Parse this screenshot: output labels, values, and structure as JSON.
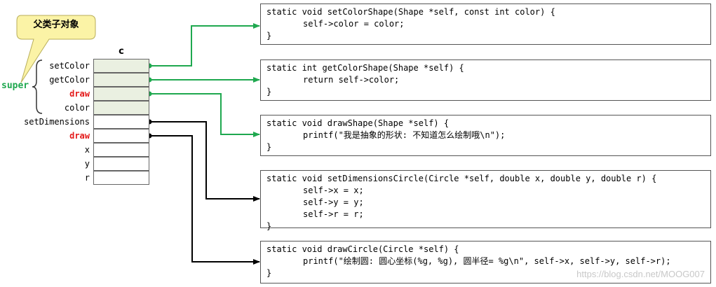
{
  "callout": "父类子对象",
  "super_label": "super",
  "struct_title": "c",
  "fields": [
    {
      "label": "setColor",
      "red": false,
      "inherited": true
    },
    {
      "label": "getColor",
      "red": false,
      "inherited": true
    },
    {
      "label": "draw",
      "red": true,
      "inherited": true
    },
    {
      "label": "color",
      "red": false,
      "inherited": true
    },
    {
      "label": "setDimensions",
      "red": false,
      "inherited": false
    },
    {
      "label": "draw",
      "red": true,
      "inherited": false
    },
    {
      "label": "x",
      "red": false,
      "inherited": false
    },
    {
      "label": "y",
      "red": false,
      "inherited": false
    },
    {
      "label": "r",
      "red": false,
      "inherited": false
    }
  ],
  "code_boxes": [
    {
      "lines": [
        "static void setColorShape(Shape *self, const int color) {",
        "self->color = color;",
        "}"
      ]
    },
    {
      "lines": [
        "static int getColorShape(Shape *self) {",
        "return self->color;",
        "}"
      ]
    },
    {
      "lines": [
        "static void drawShape(Shape *self) {",
        "printf(\"我是抽象的形状: 不知道怎么绘制哦\\n\");",
        "}"
      ]
    },
    {
      "lines": [
        "static void setDimensionsCircle(Circle *self, double x, double y, double r) {",
        "self->x = x;",
        "self->y = y;",
        "self->r = r;",
        "}"
      ]
    },
    {
      "lines": [
        "static void drawCircle(Circle *self) {",
        "printf(\"绘制圆: 圆心坐标(%g, %g), 圆半径= %g\\n\", self->x, self->y, self->r);",
        "}"
      ]
    }
  ],
  "colors": {
    "green": "#1fa84f",
    "black": "#000000",
    "red": "#e41a1a",
    "callout": "#fbf3a6",
    "inherited_fill": "#eaf0e1"
  },
  "watermark": "https://blog.csdn.net/MOOG007"
}
